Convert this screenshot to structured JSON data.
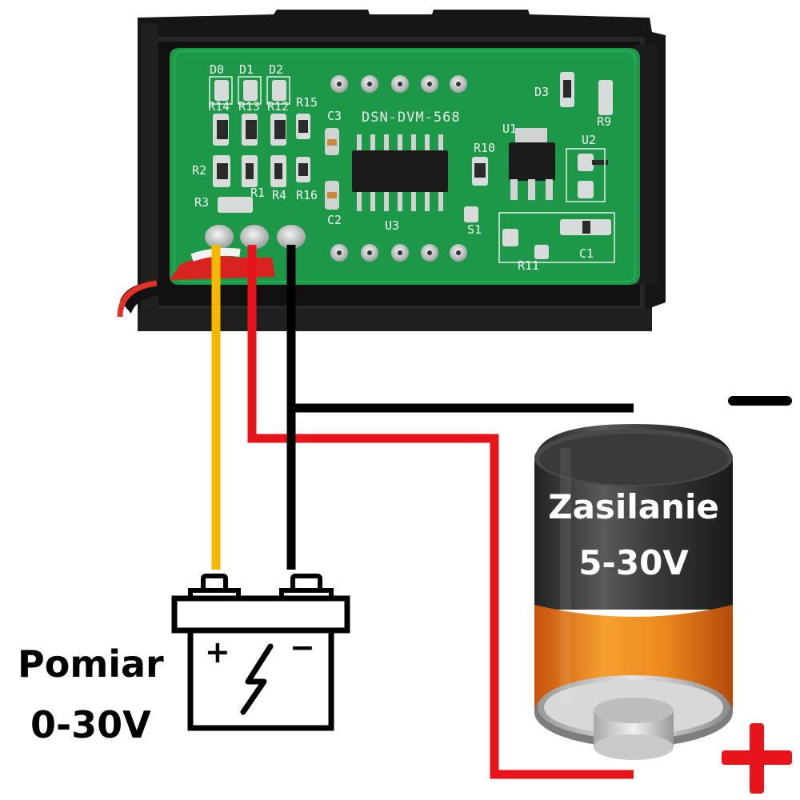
{
  "board": {
    "model": "DSN-DVM-568",
    "labels": {
      "d0": "D0",
      "d1": "D1",
      "d2": "D2",
      "r14": "R14",
      "r13": "R13",
      "r12": "R12",
      "r15": "R15",
      "r2": "R2",
      "r3": "R3",
      "r1": "R1",
      "r4": "R4",
      "r16": "R16",
      "c3": "C3",
      "c2": "C2",
      "u3": "U3",
      "s1": "S1",
      "r10": "R10",
      "u1": "U1",
      "u2": "U2",
      "d3": "D3",
      "r9": "R9",
      "r11": "R11",
      "c1": "C1"
    }
  },
  "measurement": {
    "title": "Pomiar",
    "range": "0-30V",
    "plus": "+",
    "minus": "−"
  },
  "power": {
    "title": "Zasilanie",
    "range": "5-30V",
    "plus": "+",
    "minus": "—"
  },
  "colors": {
    "pcb": "#1d9a4a",
    "case": "#1a1a1a",
    "wire_yellow": "#f5b800",
    "wire_red": "#e8141c",
    "wire_black": "#000000",
    "battery_top": "#3d3d3d",
    "battery_bottom": "#ef8a1c"
  }
}
